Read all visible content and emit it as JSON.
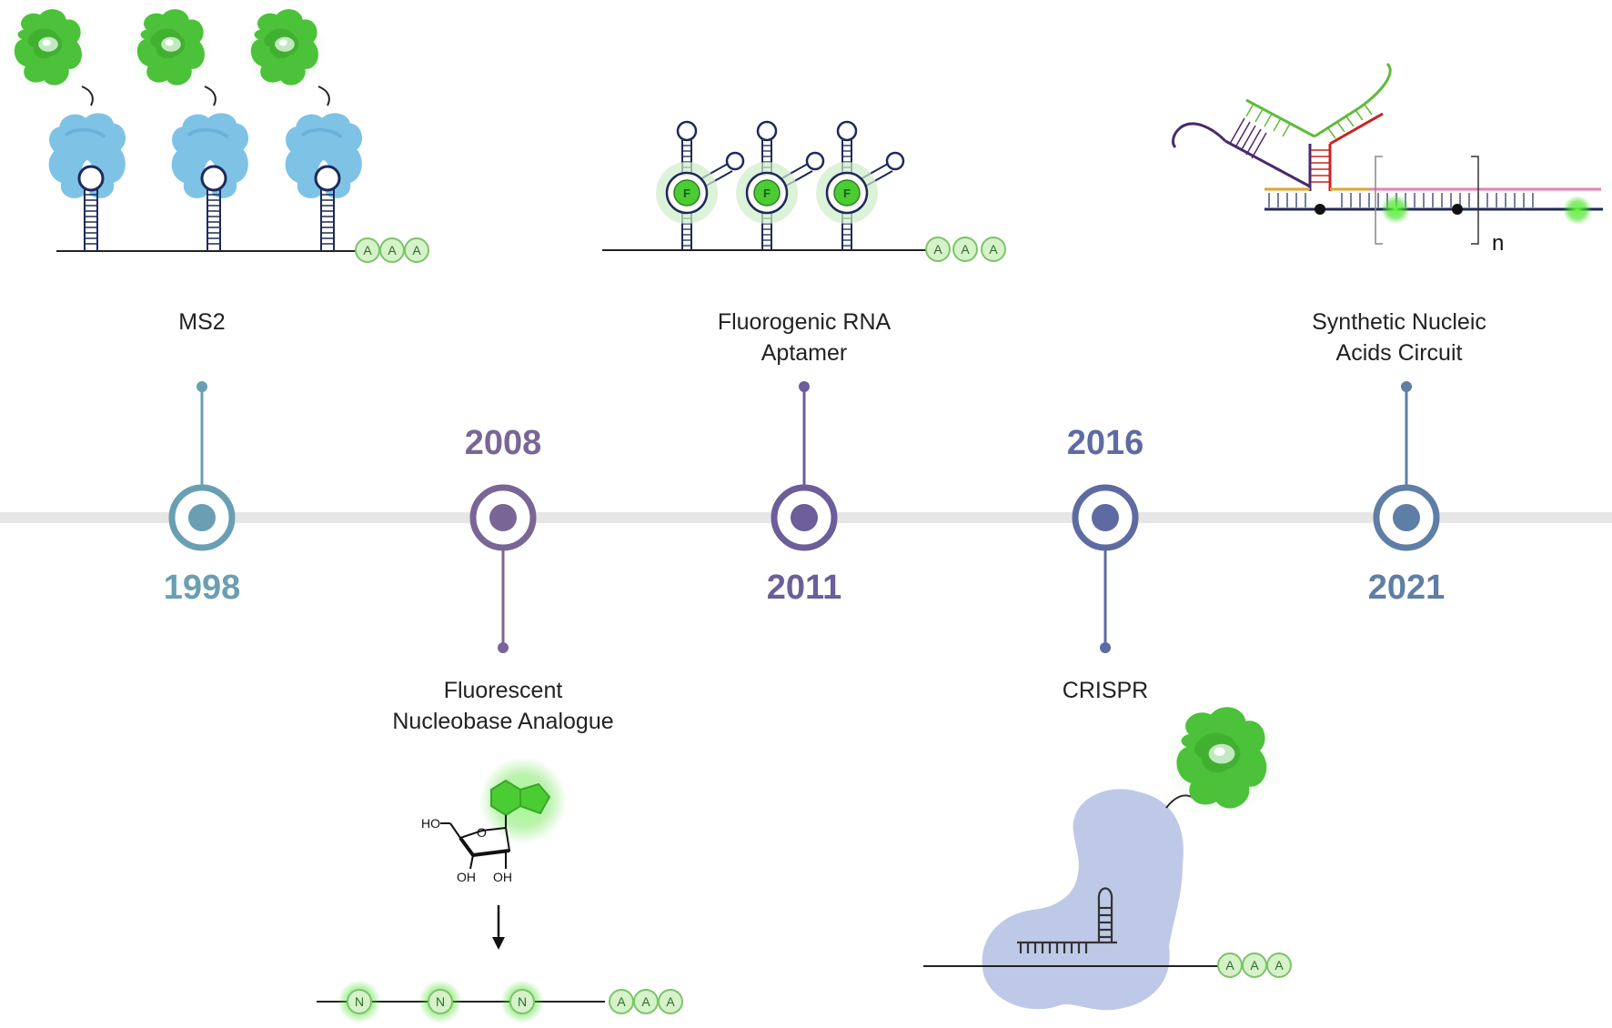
{
  "colors": {
    "m1998": "#6a9fb3",
    "m2008": "#7a6696",
    "m2011": "#6b5e9a",
    "m2016": "#5e6ba3",
    "m2021": "#5f7ea6",
    "timeline": "#e6e6e6",
    "glow": "#4ccc33",
    "protein": "#7ec3e6",
    "cas": "#b9c6e6"
  },
  "milestones": [
    {
      "year": "1998",
      "label_lines": [
        "MS2"
      ]
    },
    {
      "year": "2008",
      "label_lines": [
        "Fluorescent",
        "Nucleobase Analogue"
      ]
    },
    {
      "year": "2011",
      "label_lines": [
        "Fluorogenic RNA",
        "Aptamer"
      ]
    },
    {
      "year": "2016",
      "label_lines": [
        "CRISPR"
      ]
    },
    {
      "year": "2021",
      "label_lines": [
        "Synthetic Nucleic",
        "Acids Circuit"
      ]
    }
  ],
  "polyA": [
    "A",
    "A",
    "A"
  ],
  "aptamer_letter": "F",
  "nucleobase_letter": "N",
  "chem": {
    "ho": "HO",
    "o": "O",
    "oh1": "OH",
    "oh2": "OH"
  },
  "repeat_label": "n"
}
